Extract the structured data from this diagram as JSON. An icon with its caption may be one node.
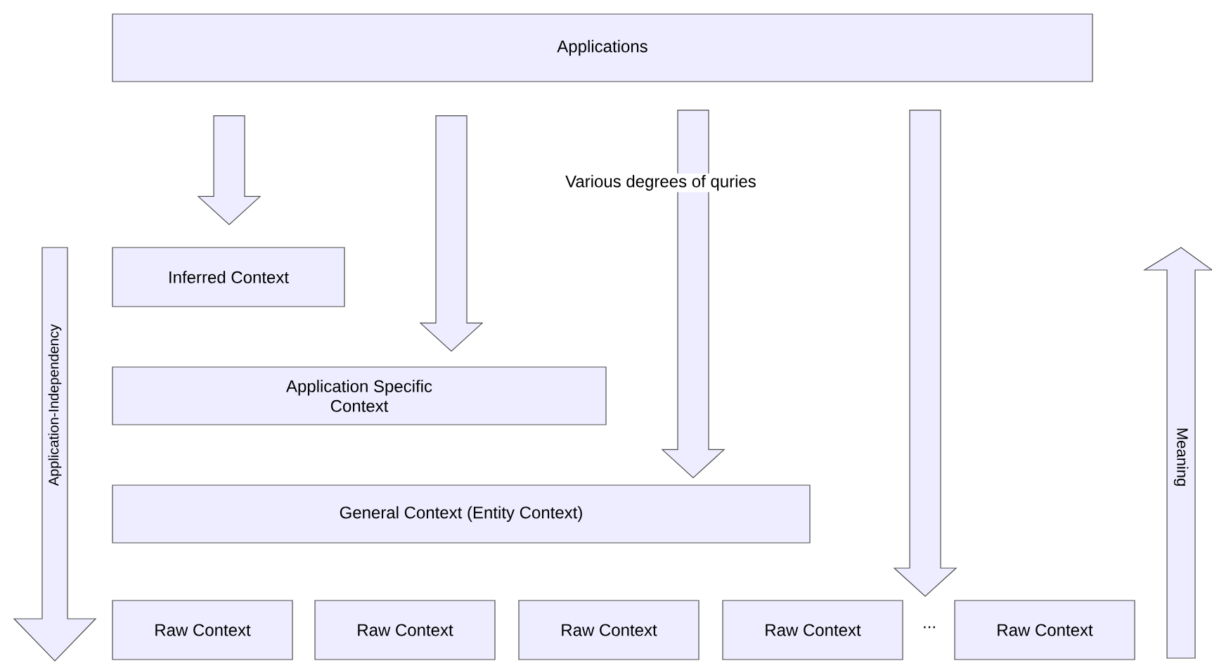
{
  "diagram": {
    "nodes": [
      {
        "text": [
          "Applications"
        ]
      },
      {
        "text": [
          "Inferred Context"
        ]
      },
      {
        "text": [
          "Application Specific Context"
        ]
      },
      {
        "text": [
          "General Context (Entity Context)"
        ]
      },
      {
        "text": [
          "Raw Context"
        ]
      },
      {
        "text": [
          "Raw Context"
        ]
      },
      {
        "text": [
          "Raw Context"
        ]
      },
      {
        "text": [
          "Raw Context"
        ]
      },
      {
        "text": [
          "Raw Context"
        ]
      }
    ],
    "edges": [
      {
        "from": 0,
        "to": 1,
        "arrow": "to"
      },
      {
        "from": 0,
        "to": 2,
        "arrow": "to"
      },
      {
        "from": 0,
        "to": 3,
        "arrow": "to"
      },
      {
        "from": 0,
        "to": null,
        "arrow": "to"
      }
    ],
    "labels": [
      "Various degrees of quries",
      "Application-Independency",
      "Meaning",
      "..."
    ]
  }
}
